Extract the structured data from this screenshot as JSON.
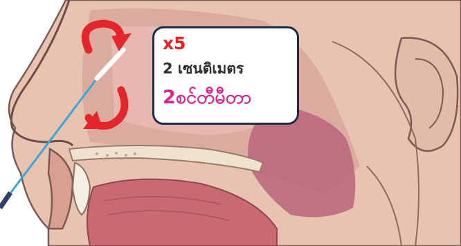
{
  "callout": {
    "repeat": "x5",
    "depth_thai": "2 เซนติเมตร",
    "depth_burmese": "2စင်တီမီတာ"
  },
  "colors": {
    "repeat": "#e8202a",
    "depth_burmese": "#d8288f",
    "arrow": "#e2262b",
    "callout_border": "#1c2b46",
    "swab_shaft": "#3aa7d8",
    "swab_tip": "#ffffff"
  },
  "icons": {
    "rotate_top": "curved-arrow-clockwise-icon",
    "rotate_bottom": "curved-arrow-counterclockwise-icon"
  }
}
